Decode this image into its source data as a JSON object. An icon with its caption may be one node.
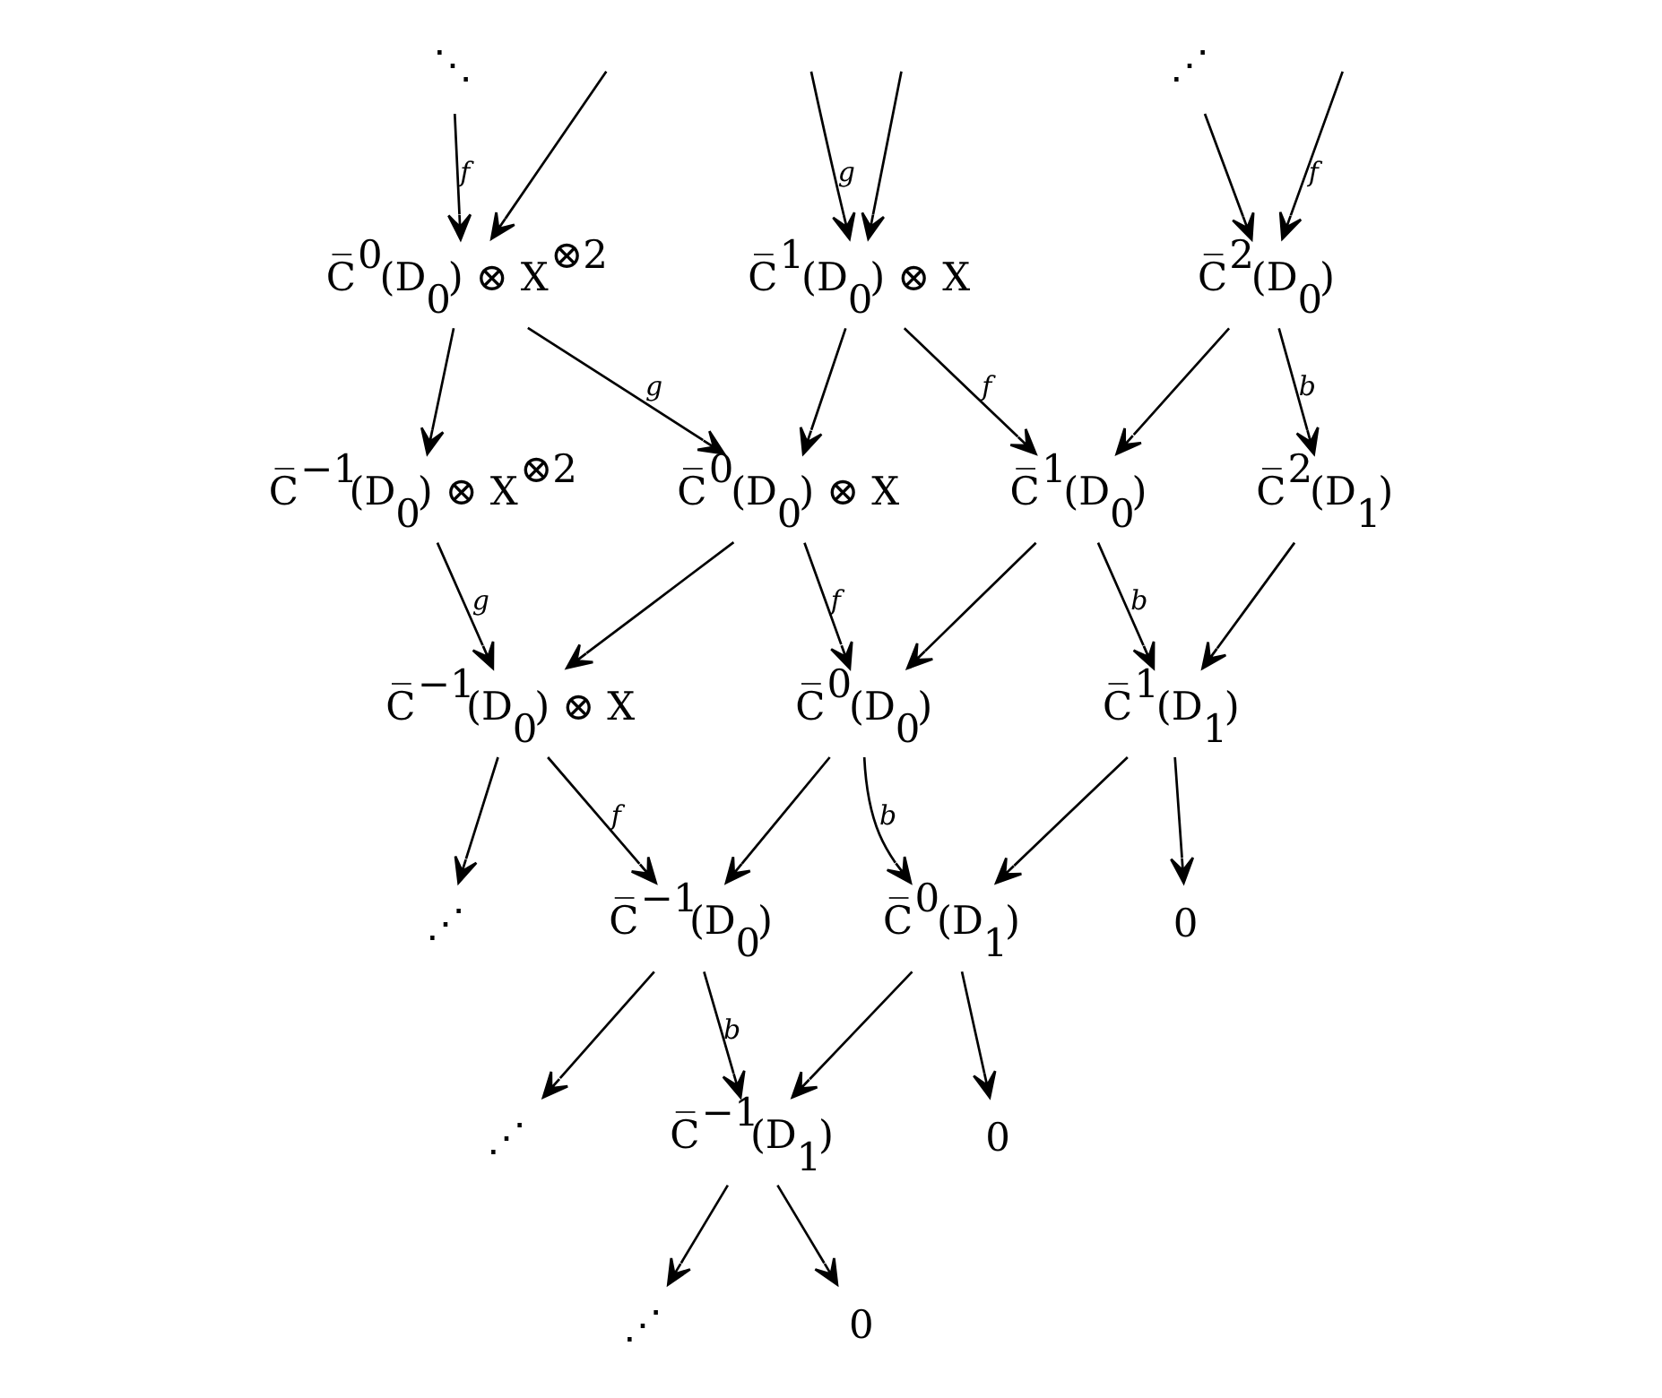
{
  "diagram": {
    "nodes": [
      {
        "text": [
          "⋱"
        ]
      },
      {
        "text": [
          "⋰"
        ]
      },
      {
        "text": [
          "C̅$^{0}$(D$_{0}$) ⊗ X$^{⊗2}$"
        ]
      },
      {
        "text": [
          "C̅$^{1}$(D$_{0}$) ⊗ X"
        ]
      },
      {
        "text": [
          "C̅$^{2}$(D$_{0}$)"
        ]
      },
      {
        "text": [
          "C̅$^{−1}$(D$_{0}$) ⊗ X$^{⊗2}$"
        ]
      },
      {
        "text": [
          "C̅$^{0}$(D$_{0}$) ⊗ X"
        ]
      },
      {
        "text": [
          "C̅$^{1}$(D$_{0}$)"
        ]
      },
      {
        "text": [
          "C̅$^{2}$(D$_{1}$)"
        ]
      },
      {
        "text": [
          "C̅$^{−1}$(D$_{0}$) ⊗ X"
        ]
      },
      {
        "text": [
          "C̅$^{0}$(D$_{0}$)"
        ]
      },
      {
        "text": [
          "C̅$^{1}$(D$_{1}$)"
        ]
      },
      {
        "text": [
          "⋰"
        ]
      },
      {
        "text": [
          "C̅$^{−1}$(D$_{0}$)"
        ]
      },
      {
        "text": [
          "C̅$^{0}$(D$_{1}$)"
        ]
      },
      {
        "text": [
          "0"
        ]
      },
      {
        "text": [
          "⋰"
        ]
      },
      {
        "text": [
          "C̅$^{−1}$(D$_{1}$)"
        ]
      },
      {
        "text": [
          "0"
        ]
      },
      {
        "text": [
          "⋰"
        ]
      },
      {
        "text": [
          "0"
        ]
      }
    ],
    "edges": [
      {
        "from": 0,
        "to": 2,
        "arrow": "to",
        "label": "f"
      },
      {
        "from": null,
        "to": 2,
        "arrow": "to"
      },
      {
        "from": null,
        "to": 3,
        "arrow": "to",
        "label": "g"
      },
      {
        "from": null,
        "to": 3,
        "arrow": "to"
      },
      {
        "from": null,
        "to": 4,
        "arrow": "to",
        "label": "f"
      },
      {
        "from": 1,
        "to": 4,
        "arrow": "to"
      },
      {
        "from": 2,
        "to": 5,
        "arrow": "to"
      },
      {
        "from": 2,
        "to": 6,
        "arrow": "to",
        "label": "g"
      },
      {
        "from": 3,
        "to": 6,
        "arrow": "to"
      },
      {
        "from": 3,
        "to": 7,
        "arrow": "to",
        "label": "f"
      },
      {
        "from": 4,
        "to": 7,
        "arrow": "to"
      },
      {
        "from": 4,
        "to": 8,
        "arrow": "to",
        "label": "b"
      },
      {
        "from": 5,
        "to": 9,
        "arrow": "to",
        "label": "g"
      },
      {
        "from": 6,
        "to": 9,
        "arrow": "to"
      },
      {
        "from": 6,
        "to": 10,
        "arrow": "to",
        "label": "f"
      },
      {
        "from": 7,
        "to": 10,
        "arrow": "to"
      },
      {
        "from": 7,
        "to": 11,
        "arrow": "to",
        "label": "b"
      },
      {
        "from": 8,
        "to": 11,
        "arrow": "to"
      },
      {
        "from": 9,
        "to": 12,
        "arrow": "to"
      },
      {
        "from": 9,
        "to": 13,
        "arrow": "to",
        "label": "f"
      },
      {
        "from": 10,
        "to": 13,
        "arrow": "to"
      },
      {
        "from": 10,
        "to": 14,
        "arrow": "to",
        "label": "b"
      },
      {
        "from": 11,
        "to": 14,
        "arrow": "to"
      },
      {
        "from": 11,
        "to": 15,
        "arrow": "to"
      },
      {
        "from": 13,
        "to": 16,
        "arrow": "to"
      },
      {
        "from": 13,
        "to": 17,
        "arrow": "to",
        "label": "b"
      },
      {
        "from": 14,
        "to": 17,
        "arrow": "to"
      },
      {
        "from": 14,
        "to": 18,
        "arrow": "to"
      },
      {
        "from": 17,
        "to": 19,
        "arrow": "to"
      },
      {
        "from": 17,
        "to": 20,
        "arrow": "to"
      }
    ]
  }
}
